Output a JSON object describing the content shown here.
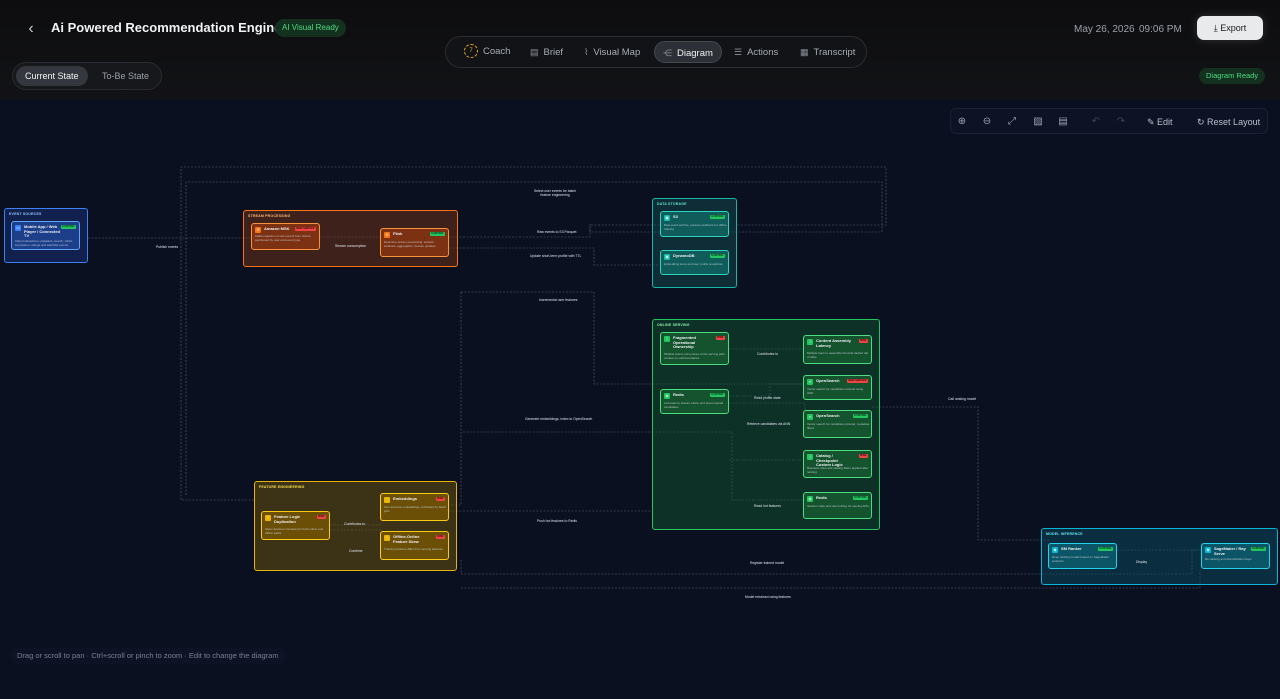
{
  "header": {
    "back_icon": "chevron-left-icon",
    "title": "Ai Powered Recommendation Engine",
    "status_badge": "AI Visual Ready",
    "date": "May 26, 2026",
    "time": "09:06 PM",
    "export_label": "Export"
  },
  "tabs": [
    {
      "label": "Coach",
      "icon": "coach-ring-icon"
    },
    {
      "label": "Brief",
      "icon": "document-icon"
    },
    {
      "label": "Visual Map",
      "icon": "route-icon"
    },
    {
      "label": "Diagram",
      "icon": "share-nodes-icon",
      "active": true
    },
    {
      "label": "Actions",
      "icon": "checklist-icon"
    },
    {
      "label": "Transcript",
      "icon": "transcript-icon"
    }
  ],
  "coach_ring_text": "7",
  "state_toggle": {
    "current": "Current State",
    "to_be": "To-Be State"
  },
  "diagram_status": "Diagram Ready",
  "toolbar": {
    "edit_label": "Edit",
    "reset_label": "Reset Layout"
  },
  "hint": "Drag or scroll to pan · Ctrl+scroll or pinch to zoom · Edit to change the diagram",
  "colors": {
    "green_accent": "#4ade80",
    "orange_group": "#f97316",
    "teal_group": "#14b8a6",
    "green_group": "#22c55e",
    "yellow_group": "#eab308",
    "blue_group": "#3b82f6",
    "cyan_group": "#06b6d4"
  },
  "groups": {
    "event_sources": "EVENT SOURCES",
    "stream_processing": "STREAM PROCESSING",
    "data_storage": "DATA STORAGE",
    "online_serving": "ONLINE SERVING",
    "feature_engineering": "FEATURE ENGINEERING",
    "model_inference": "MODEL INFERENCE"
  },
  "nodes": {
    "mobile": {
      "title": "Mobile App / Web Player / Connected TV",
      "desc": "Client interactions: playback, search, clicks, impression, ratings and watchlist events",
      "badge": "EXISTING"
    },
    "kafka": {
      "title": "Amazon MSK",
      "desc": "Kafka ingestion of raw events from clients, partitioned by user and event type",
      "badge": "NEW SERVICE"
    },
    "flink": {
      "title": "Flink",
      "desc": "Real-time stream processing: session windows, aggregation, feature updates",
      "badge": "EXISTING"
    },
    "s3": {
      "title": "S3",
      "desc": "Raw event archive, parquet partitions for offline training",
      "badge": "EXISTING"
    },
    "dynamo": {
      "title": "DynamoDB",
      "desc": "Embedding store and user profile snapshots",
      "badge": "EXISTING"
    },
    "fragmented": {
      "title": "Fragmented Operational Ownership",
      "desc": "Multiple teams own pieces of the serving path, unclear on-call boundaries",
      "badge": "RISK"
    },
    "latency": {
      "title": "Content Assembly Latency",
      "desc": "Multiple hops to assemble the final ranked rail of titles",
      "badge": "RISK"
    },
    "redis": {
      "title": "Redis",
      "desc": "Low-latency feature cache and precomputed candidates",
      "badge": "EXISTING"
    },
    "opensearch": {
      "title": "OpenSearch",
      "desc": "Vector search for candidate retrieval using ANN",
      "badge": "NEW SERVICE"
    },
    "opensearch2": {
      "title": "OpenSearch",
      "desc": "Vector search for candidate retrieval, metadata filters",
      "badge": "EXISTING"
    },
    "catalog": {
      "title": "Catalog / Checkpoint Custom Logic",
      "desc": "Business rules and catalog filters applied after ranking",
      "badge": "RISK"
    },
    "redis2": {
      "title": "Redis",
      "desc": "Session state and rate limiting for serving APIs",
      "badge": "EXISTING"
    },
    "feature_logic": {
      "title": "Feature Logic Duplication",
      "desc": "Same features computed in both online and offline paths",
      "badge": "RISK"
    },
    "embeddings": {
      "title": "Embeddings",
      "desc": "Item and user embeddings, refreshed by batch jobs",
      "badge": "RISK"
    },
    "offline_online": {
      "title": "Offline-Online Feature Skew",
      "desc": "Training features differ from serving features",
      "badge": "RISK"
    },
    "sagemaker": {
      "title": "SM Ranker",
      "desc": "Deep ranking model hosted on SageMaker endpoint",
      "badge": "EXISTING"
    },
    "reranker": {
      "title": "SageMaker / Ray Serve",
      "desc": "Re-ranking and diversification layer",
      "badge": "EXISTING"
    }
  },
  "edges": {
    "publish": "Publish events",
    "stream": "Stream consumption",
    "features_top": "Select user events for batch feature engineering",
    "raw_events": "Raw events to S3 Parquet",
    "update": "Update short-term profile with TTL",
    "session": "Incremental user features",
    "contributes": "Contributes to",
    "read_profile": "Read profile state",
    "recover": "Retrieve candidates via ANN",
    "generate": "Generate embeddings, index to OpenSearch",
    "push_features": "Push hot features to Redis",
    "read_features": "Read hot features",
    "contributes2": "Contributes to",
    "combine": "Combine",
    "call_ranking": "Call ranking model",
    "register": "Register trained model",
    "display": "Display",
    "model_feedback": "Model retrained using features"
  }
}
